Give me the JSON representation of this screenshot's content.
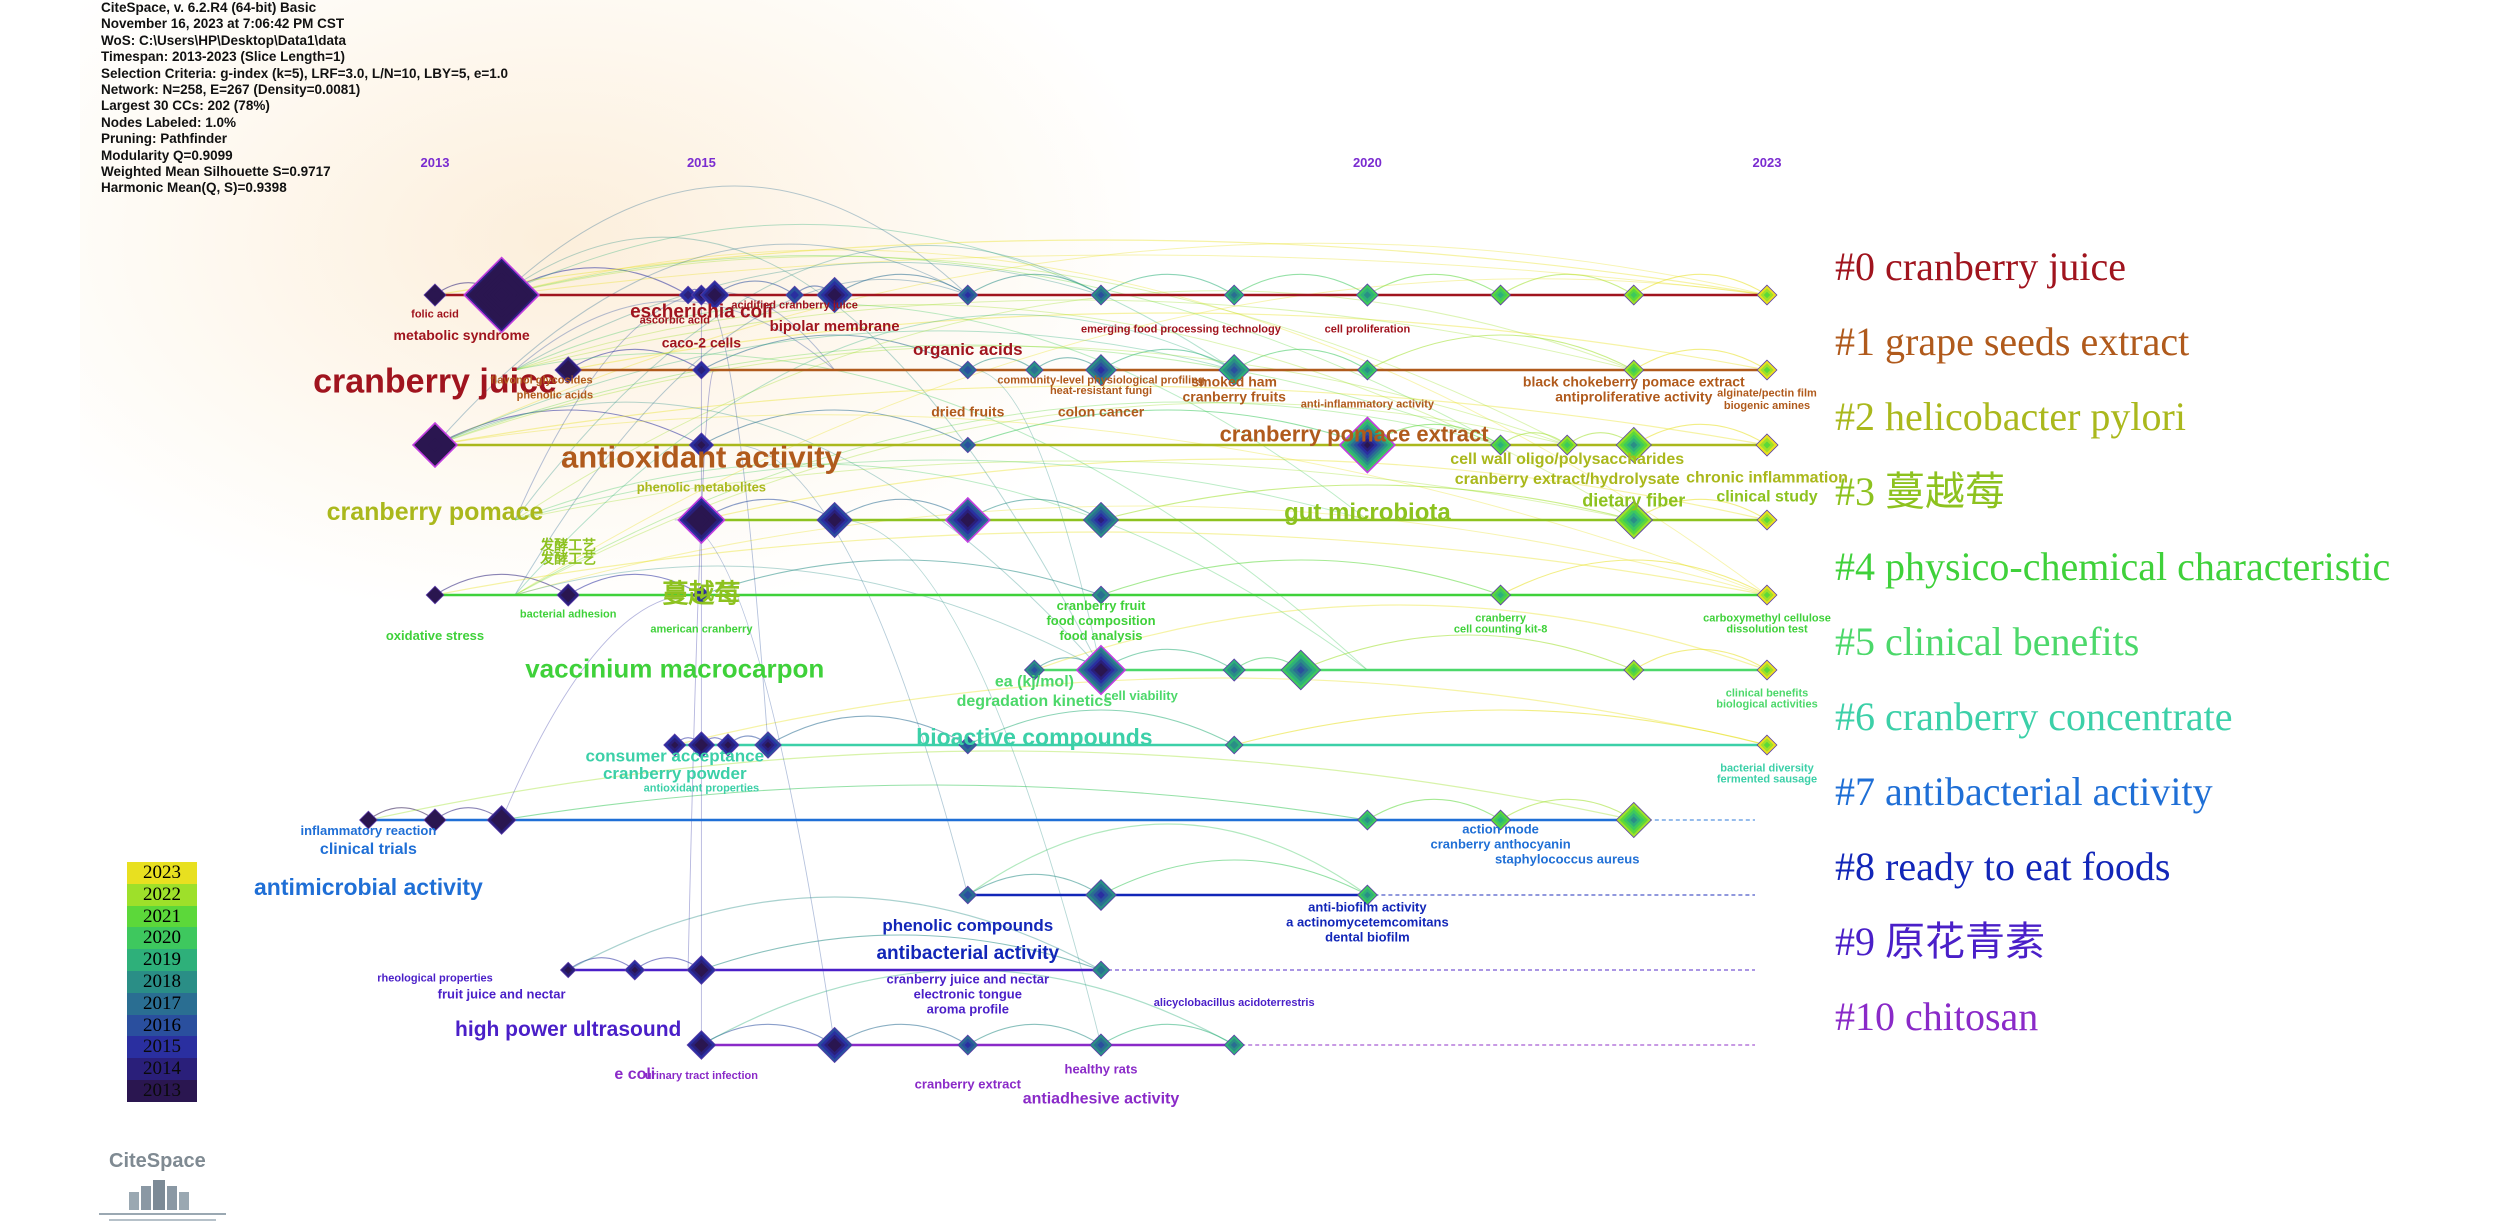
{
  "info_lines": [
    "CiteSpace, v. 6.2.R4 (64-bit) Basic",
    "November 16, 2023 at 7:06:42 PM CST",
    "WoS: C:\\Users\\HP\\Desktop\\Data1\\data",
    "Timespan: 2013-2023 (Slice Length=1)",
    "Selection Criteria: g-index (k=5), LRF=3.0, L/N=10, LBY=5, e=1.0",
    "Network: N=258, E=267 (Density=0.0081)",
    "Largest 30 CCs: 202 (78%)",
    "Nodes Labeled: 1.0%",
    "Pruning: Pathfinder",
    "Modularity Q=0.9099",
    "Weighted Mean Silhouette S=0.9717",
    "Harmonic Mean(Q, S)=0.9398"
  ],
  "years_axis": [
    {
      "label": "2013",
      "year": 2013
    },
    {
      "label": "2015",
      "year": 2015
    },
    {
      "label": "2020",
      "year": 2020
    },
    {
      "label": "2023",
      "year": 2023
    }
  ],
  "clusters": [
    {
      "label": "#0 cranberry juice",
      "color": "#a0141e"
    },
    {
      "label": "#1 grape seeds extract",
      "color": "#b05a1c"
    },
    {
      "label": "#2 helicobacter pylori",
      "color": "#aab81c"
    },
    {
      "label": "#3 蔓越莓",
      "color": "#8dc21f"
    },
    {
      "label": "#4 physico-chemical characteristic",
      "color": "#3fd13a"
    },
    {
      "label": "#5 clinical benefits",
      "color": "#4cd86a"
    },
    {
      "label": "#6 cranberry concentrate",
      "color": "#3cd0a8"
    },
    {
      "label": "#7 antibacterial activity",
      "color": "#1f6fd6"
    },
    {
      "label": "#8 ready to eat foods",
      "color": "#1226b8"
    },
    {
      "label": "#9 原花青素",
      "color": "#4a1fc8"
    },
    {
      "label": "#10 chitosan",
      "color": "#8a2ac8"
    }
  ],
  "nodes": [
    {
      "cluster": 0,
      "year": 2013.0,
      "size": 1.0
    },
    {
      "cluster": 0,
      "year": 2013.5,
      "size": 3.4
    },
    {
      "cluster": 0,
      "year": 2015.7,
      "size": 0.8
    },
    {
      "cluster": 0,
      "year": 2014.9,
      "size": 0.8
    },
    {
      "cluster": 0,
      "year": 2015.0,
      "size": 0.9
    },
    {
      "cluster": 0,
      "year": 2015.1,
      "size": 1.3
    },
    {
      "cluster": 0,
      "year": 2016.0,
      "size": 1.6
    },
    {
      "cluster": 0,
      "year": 2017.0,
      "size": 0.9
    },
    {
      "cluster": 0,
      "year": 2018.0,
      "size": 0.9
    },
    {
      "cluster": 0,
      "year": 2019.0,
      "size": 0.9
    },
    {
      "cluster": 0,
      "year": 2020.0,
      "size": 1.0
    },
    {
      "cluster": 0,
      "year": 2021.0,
      "size": 0.9
    },
    {
      "cluster": 0,
      "year": 2022.0,
      "size": 0.9
    },
    {
      "cluster": 0,
      "year": 2023.0,
      "size": 0.9
    },
    {
      "cluster": 1,
      "year": 2014.0,
      "size": 1.2
    },
    {
      "cluster": 1,
      "year": 2015.0,
      "size": 0.8
    },
    {
      "cluster": 1,
      "year": 2017.0,
      "size": 0.8
    },
    {
      "cluster": 1,
      "year": 2017.5,
      "size": 0.8
    },
    {
      "cluster": 1,
      "year": 2018.0,
      "size": 1.4
    },
    {
      "cluster": 1,
      "year": 2019.0,
      "size": 1.4
    },
    {
      "cluster": 1,
      "year": 2020.0,
      "size": 0.9
    },
    {
      "cluster": 1,
      "year": 2022.0,
      "size": 0.9
    },
    {
      "cluster": 1,
      "year": 2023.0,
      "size": 0.9
    },
    {
      "cluster": 2,
      "year": 2013.0,
      "size": 2.0
    },
    {
      "cluster": 2,
      "year": 2015.0,
      "size": 1.1
    },
    {
      "cluster": 2,
      "year": 2017.0,
      "size": 0.7
    },
    {
      "cluster": 2,
      "year": 2020.0,
      "size": 2.5
    },
    {
      "cluster": 2,
      "year": 2021.0,
      "size": 0.9
    },
    {
      "cluster": 2,
      "year": 2021.5,
      "size": 0.9
    },
    {
      "cluster": 2,
      "year": 2022.0,
      "size": 1.6
    },
    {
      "cluster": 2,
      "year": 2023.0,
      "size": 1.0
    },
    {
      "cluster": 3,
      "year": 2015.0,
      "size": 2.1
    },
    {
      "cluster": 3,
      "year": 2016.0,
      "size": 1.6
    },
    {
      "cluster": 3,
      "year": 2017.0,
      "size": 2.0
    },
    {
      "cluster": 3,
      "year": 2018.0,
      "size": 1.6
    },
    {
      "cluster": 3,
      "year": 2022.0,
      "size": 1.7
    },
    {
      "cluster": 3,
      "year": 2023.0,
      "size": 0.9
    },
    {
      "cluster": 4,
      "year": 2013.0,
      "size": 0.8
    },
    {
      "cluster": 4,
      "year": 2014.0,
      "size": 1.0
    },
    {
      "cluster": 4,
      "year": 2015.0,
      "size": 0.8
    },
    {
      "cluster": 4,
      "year": 2018.0,
      "size": 0.8
    },
    {
      "cluster": 4,
      "year": 2021.0,
      "size": 0.9
    },
    {
      "cluster": 4,
      "year": 2023.0,
      "size": 0.9
    },
    {
      "cluster": 5,
      "year": 2017.5,
      "size": 0.9
    },
    {
      "cluster": 5,
      "year": 2018.0,
      "size": 2.2
    },
    {
      "cluster": 5,
      "year": 2019.0,
      "size": 1.0
    },
    {
      "cluster": 5,
      "year": 2019.5,
      "size": 1.8
    },
    {
      "cluster": 5,
      "year": 2022.0,
      "size": 0.9
    },
    {
      "cluster": 5,
      "year": 2023.0,
      "size": 0.9
    },
    {
      "cluster": 6,
      "year": 2014.8,
      "size": 1.0
    },
    {
      "cluster": 6,
      "year": 2015.0,
      "size": 1.2
    },
    {
      "cluster": 6,
      "year": 2015.2,
      "size": 1.0
    },
    {
      "cluster": 6,
      "year": 2015.5,
      "size": 1.2
    },
    {
      "cluster": 6,
      "year": 2017.0,
      "size": 0.8
    },
    {
      "cluster": 6,
      "year": 2019.0,
      "size": 0.8
    },
    {
      "cluster": 6,
      "year": 2023.0,
      "size": 0.9
    },
    {
      "cluster": 7,
      "year": 2012.5,
      "size": 0.8
    },
    {
      "cluster": 7,
      "year": 2013.0,
      "size": 1.0
    },
    {
      "cluster": 7,
      "year": 2013.5,
      "size": 1.3
    },
    {
      "cluster": 7,
      "year": 2020.0,
      "size": 0.9
    },
    {
      "cluster": 7,
      "year": 2021.0,
      "size": 0.9
    },
    {
      "cluster": 7,
      "year": 2022.0,
      "size": 1.6
    },
    {
      "cluster": 8,
      "year": 2017.0,
      "size": 0.8
    },
    {
      "cluster": 8,
      "year": 2018.0,
      "size": 1.4
    },
    {
      "cluster": 8,
      "year": 2020.0,
      "size": 0.9
    },
    {
      "cluster": 9,
      "year": 2014.0,
      "size": 0.7
    },
    {
      "cluster": 9,
      "year": 2014.5,
      "size": 0.9
    },
    {
      "cluster": 9,
      "year": 2015.0,
      "size": 1.3
    },
    {
      "cluster": 9,
      "year": 2018.0,
      "size": 0.8
    },
    {
      "cluster": 10,
      "year": 2015.0,
      "size": 1.3
    },
    {
      "cluster": 10,
      "year": 2016.0,
      "size": 1.6
    },
    {
      "cluster": 10,
      "year": 2017.0,
      "size": 0.9
    },
    {
      "cluster": 10,
      "year": 2018.0,
      "size": 1.0
    },
    {
      "cluster": 10,
      "year": 2019.0,
      "size": 0.9
    }
  ],
  "keywords": [
    {
      "text": "folic acid",
      "cluster": 0,
      "year": 2013.0,
      "row": 0,
      "dy": 0.3
    },
    {
      "text": "metabolic syndrome",
      "cluster": 0,
      "year": 2013.2,
      "row": 0,
      "dy": 0.6
    },
    {
      "text": "escherichia coli",
      "cluster": 0,
      "year": 2015.0,
      "row": 0,
      "dy": 0.3
    },
    {
      "text": "ascorbic acid",
      "cluster": 0,
      "year": 2014.8,
      "row": 0,
      "dy": 0.38
    },
    {
      "text": "acidified cranberry juice",
      "cluster": 0,
      "year": 2015.7,
      "row": 0,
      "dy": 0.18
    },
    {
      "text": "bipolar membrane",
      "cluster": 0,
      "year": 2016.0,
      "row": 0,
      "dy": 0.48
    },
    {
      "text": "caco-2 cells",
      "cluster": 0,
      "year": 2015.0,
      "row": 0,
      "dy": 0.7
    },
    {
      "text": "organic acids",
      "cluster": 0,
      "year": 2017.0,
      "row": 0,
      "dy": 0.8
    },
    {
      "text": "emerging food processing technology",
      "cluster": 0,
      "year": 2018.6,
      "row": 0,
      "dy": 0.5
    },
    {
      "text": "cell proliferation",
      "cluster": 0,
      "year": 2020.0,
      "row": 0,
      "dy": 0.5
    },
    {
      "text": "cranberry juice",
      "cluster": 0,
      "year": 2013.0,
      "row": 1,
      "dy": 0.3
    },
    {
      "text": "flavonol glycosides",
      "cluster": 1,
      "year": 2013.8,
      "row": 1,
      "dy": 0.18
    },
    {
      "text": "phenolic acids",
      "cluster": 1,
      "year": 2013.9,
      "row": 1,
      "dy": 0.38
    },
    {
      "text": "community-level physiological profiling",
      "cluster": 1,
      "year": 2018.0,
      "row": 1,
      "dy": 0.18
    },
    {
      "text": "heat-resistant fungi",
      "cluster": 1,
      "year": 2018.0,
      "row": 1,
      "dy": 0.32
    },
    {
      "text": "smoked ham",
      "cluster": 1,
      "year": 2019.0,
      "row": 1,
      "dy": 0.22
    },
    {
      "text": "cranberry fruits",
      "cluster": 1,
      "year": 2019.0,
      "row": 1,
      "dy": 0.42
    },
    {
      "text": "dried fruits",
      "cluster": 1,
      "year": 2017.0,
      "row": 1,
      "dy": 0.62
    },
    {
      "text": "colon cancer",
      "cluster": 1,
      "year": 2018.0,
      "row": 1,
      "dy": 0.62
    },
    {
      "text": "anti-inflammatory activity",
      "cluster": 1,
      "year": 2020.0,
      "row": 1,
      "dy": 0.5
    },
    {
      "text": "black chokeberry pomace extract",
      "cluster": 1,
      "year": 2022.0,
      "row": 1,
      "dy": 0.22
    },
    {
      "text": "antiproliferative activity",
      "cluster": 1,
      "year": 2022.0,
      "row": 1,
      "dy": 0.42
    },
    {
      "text": "alginate/pectin film",
      "cluster": 1,
      "year": 2023.0,
      "row": 1,
      "dy": 0.35
    },
    {
      "text": "biogenic amines",
      "cluster": 1,
      "year": 2023.0,
      "row": 1,
      "dy": 0.52
    },
    {
      "text": "antioxidant activity",
      "cluster": 1,
      "year": 2015.0,
      "row": 2,
      "dy": 0.3
    },
    {
      "text": "cranberry pomace extract",
      "cluster": 1,
      "year": 2019.9,
      "row": 2,
      "dy": -0.05
    },
    {
      "text": "cell wall oligo/polysaccharides",
      "cluster": 2,
      "year": 2021.5,
      "row": 2,
      "dy": 0.25
    },
    {
      "text": "cranberry extract/hydrolysate",
      "cluster": 2,
      "year": 2021.5,
      "row": 2,
      "dy": 0.52
    },
    {
      "text": "chronic inflammation",
      "cluster": 2,
      "year": 2023.0,
      "row": 2,
      "dy": 0.5
    },
    {
      "text": "phenolic metabolites",
      "cluster": 2,
      "year": 2015.0,
      "row": 2,
      "dy": 0.62
    },
    {
      "text": "cranberry pomace",
      "cluster": 2,
      "year": 2013.0,
      "row": 3,
      "dy": 0.0
    },
    {
      "text": "gut microbiota",
      "cluster": 3,
      "year": 2020.0,
      "row": 3,
      "dy": 0.0
    },
    {
      "text": "dietary fiber",
      "cluster": 3,
      "year": 2022.0,
      "row": 3,
      "dy": -0.18
    },
    {
      "text": "clinical study",
      "cluster": 3,
      "year": 2023.0,
      "row": 3,
      "dy": -0.25
    },
    {
      "text": "发酵工艺",
      "cluster": 3,
      "year": 2014.0,
      "row": 3,
      "dy": 0.4
    },
    {
      "text": "发酵工艺",
      "cluster": 3,
      "year": 2014.0,
      "row": 3,
      "dy": 0.58
    },
    {
      "text": "蔓越莓",
      "cluster": 3,
      "year": 2015.0,
      "row": 4,
      "dy": 0.1
    },
    {
      "text": "bacterial adhesion",
      "cluster": 4,
      "year": 2014.0,
      "row": 4,
      "dy": 0.3
    },
    {
      "text": "oxidative stress",
      "cluster": 4,
      "year": 2013.0,
      "row": 4,
      "dy": 0.6
    },
    {
      "text": "american cranberry",
      "cluster": 4,
      "year": 2015.0,
      "row": 4,
      "dy": 0.5
    },
    {
      "text": "cranberry fruit",
      "cluster": 4,
      "year": 2018.0,
      "row": 4,
      "dy": 0.2
    },
    {
      "text": "food composition",
      "cluster": 4,
      "year": 2018.0,
      "row": 4,
      "dy": 0.4
    },
    {
      "text": "food analysis",
      "cluster": 4,
      "year": 2018.0,
      "row": 4,
      "dy": 0.6
    },
    {
      "text": "cranberry",
      "cluster": 4,
      "year": 2021.0,
      "row": 4,
      "dy": 0.35
    },
    {
      "text": "cell counting kit-8",
      "cluster": 4,
      "year": 2021.0,
      "row": 4,
      "dy": 0.5
    },
    {
      "text": "carboxymethyl cellulose",
      "cluster": 4,
      "year": 2023.0,
      "row": 4,
      "dy": 0.35
    },
    {
      "text": "dissolution test",
      "cluster": 4,
      "year": 2023.0,
      "row": 4,
      "dy": 0.5
    },
    {
      "text": "vaccinium macrocarpon",
      "cluster": 4,
      "year": 2014.8,
      "row": 5,
      "dy": 0.1
    },
    {
      "text": "ea (kj/mol)",
      "cluster": 5,
      "year": 2017.5,
      "row": 5,
      "dy": 0.22
    },
    {
      "text": "degradation kinetics",
      "cluster": 5,
      "year": 2017.5,
      "row": 5,
      "dy": 0.48
    },
    {
      "text": "cell viability",
      "cluster": 5,
      "year": 2018.3,
      "row": 5,
      "dy": 0.4
    },
    {
      "text": "clinical benefits",
      "cluster": 5,
      "year": 2023.0,
      "row": 5,
      "dy": 0.35
    },
    {
      "text": "biological activities",
      "cluster": 5,
      "year": 2023.0,
      "row": 5,
      "dy": 0.5
    },
    {
      "text": "bioactive compounds",
      "cluster": 6,
      "year": 2017.5,
      "row": 6,
      "dy": 0.0
    },
    {
      "text": "consumer acceptance",
      "cluster": 6,
      "year": 2014.8,
      "row": 6,
      "dy": 0.22
    },
    {
      "text": "cranberry powder",
      "cluster": 6,
      "year": 2014.8,
      "row": 6,
      "dy": 0.45
    },
    {
      "text": "antioxidant properties",
      "cluster": 6,
      "year": 2015.0,
      "row": 6,
      "dy": 0.62
    },
    {
      "text": "bacterial diversity",
      "cluster": 6,
      "year": 2023.0,
      "row": 6,
      "dy": 0.35
    },
    {
      "text": "fermented sausage",
      "cluster": 6,
      "year": 2023.0,
      "row": 6,
      "dy": 0.5
    },
    {
      "text": "inflammatory reaction",
      "cluster": 7,
      "year": 2012.5,
      "row": 7,
      "dy": 0.2
    },
    {
      "text": "clinical trials",
      "cluster": 7,
      "year": 2012.5,
      "row": 7,
      "dy": 0.45
    },
    {
      "text": "action mode",
      "cluster": 7,
      "year": 2021.0,
      "row": 7,
      "dy": 0.18
    },
    {
      "text": "cranberry anthocyanin",
      "cluster": 7,
      "year": 2021.0,
      "row": 7,
      "dy": 0.38
    },
    {
      "text": "staphylococcus aureus",
      "cluster": 7,
      "year": 2021.5,
      "row": 7,
      "dy": 0.58
    },
    {
      "text": "antimicrobial activity",
      "cluster": 7,
      "year": 2012.5,
      "row": 8,
      "dy": 0.0
    },
    {
      "text": "anti-biofilm activity",
      "cluster": 8,
      "year": 2020.0,
      "row": 8,
      "dy": 0.22
    },
    {
      "text": "a actinomycetemcomitans",
      "cluster": 8,
      "year": 2020.0,
      "row": 8,
      "dy": 0.42
    },
    {
      "text": "dental biofilm",
      "cluster": 8,
      "year": 2020.0,
      "row": 8,
      "dy": 0.62
    },
    {
      "text": "phenolic compounds",
      "cluster": 8,
      "year": 2017.0,
      "row": 8,
      "dy": 0.48
    },
    {
      "text": "antibacterial activity",
      "cluster": 8,
      "year": 2017.0,
      "row": 9,
      "dy": -0.15
    },
    {
      "text": "rheological properties",
      "cluster": 9,
      "year": 2013.0,
      "row": 9,
      "dy": 0.15
    },
    {
      "text": "fruit juice and nectar",
      "cluster": 9,
      "year": 2013.5,
      "row": 9,
      "dy": 0.38
    },
    {
      "text": "cranberry juice and nectar",
      "cluster": 9,
      "year": 2017.0,
      "row": 9,
      "dy": 0.18
    },
    {
      "text": "electronic tongue",
      "cluster": 9,
      "year": 2017.0,
      "row": 9,
      "dy": 0.38
    },
    {
      "text": "aroma profile",
      "cluster": 9,
      "year": 2017.0,
      "row": 9,
      "dy": 0.58
    },
    {
      "text": "alicyclobacillus acidoterrestris",
      "cluster": 9,
      "year": 2019.0,
      "row": 9,
      "dy": 0.48
    },
    {
      "text": "high power ultrasound",
      "cluster": 9,
      "year": 2014.0,
      "row": 10,
      "dy": -0.12
    },
    {
      "text": "e coli",
      "cluster": 10,
      "year": 2014.5,
      "row": 10,
      "dy": 0.45
    },
    {
      "text": "urinary tract infection",
      "cluster": 10,
      "year": 2015.0,
      "row": 10,
      "dy": 0.45
    },
    {
      "text": "healthy rats",
      "cluster": 10,
      "year": 2018.0,
      "row": 10,
      "dy": 0.38
    },
    {
      "text": "cranberry extract",
      "cluster": 10,
      "year": 2017.0,
      "row": 10,
      "dy": 0.58
    },
    {
      "text": "antiadhesive activity",
      "cluster": 10,
      "year": 2018.0,
      "row": 10,
      "dy": 0.78
    }
  ],
  "legend_years": [
    "2023",
    "2022",
    "2021",
    "2020",
    "2019",
    "2018",
    "2017",
    "2016",
    "2015",
    "2014",
    "2013"
  ],
  "legend_colors": [
    "#e8e020",
    "#9ee02a",
    "#5cd83a",
    "#3ec85e",
    "#2eb07a",
    "#2a8e86",
    "#2a6e92",
    "#2a4f9e",
    "#2a2fa0",
    "#2a1f7a",
    "#2a1650"
  ],
  "logo_text": "CiteSpace"
}
